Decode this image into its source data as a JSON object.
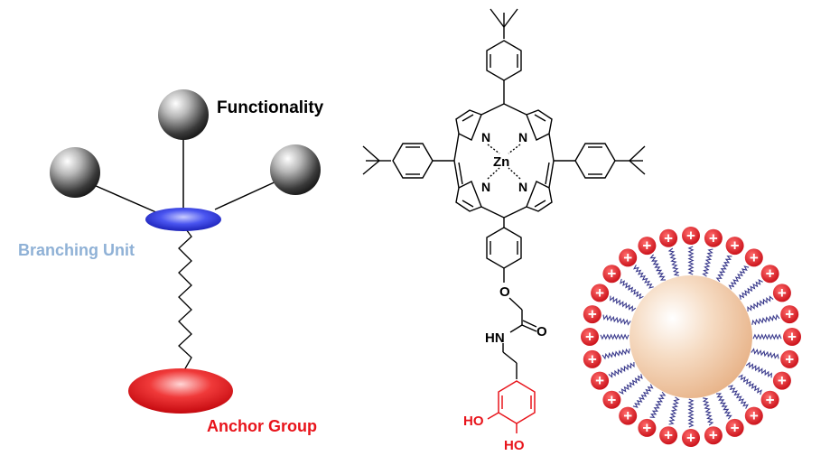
{
  "schematic": {
    "functionality_label": "Functionality",
    "branching_label": "Branching Unit",
    "anchor_label": "Anchor Group"
  },
  "molecule": {
    "metal": "Zn",
    "nitrogen": "N",
    "oxygen": "O",
    "amide_nh": "HN",
    "catechol_oh_1": "HO",
    "catechol_oh_2": "HO"
  },
  "nanoparticle": {
    "charge_symbol": "+"
  },
  "colors": {
    "branching_text": "#8fb1d6",
    "anchor_text": "#e8141b",
    "branching_unit": "#2a35e0",
    "anchor_unit": "#e3121a",
    "catechol": "#e8141b",
    "core": "#f2c9a7",
    "charge": "#e01b24",
    "ligand": "#3a3a8c"
  }
}
